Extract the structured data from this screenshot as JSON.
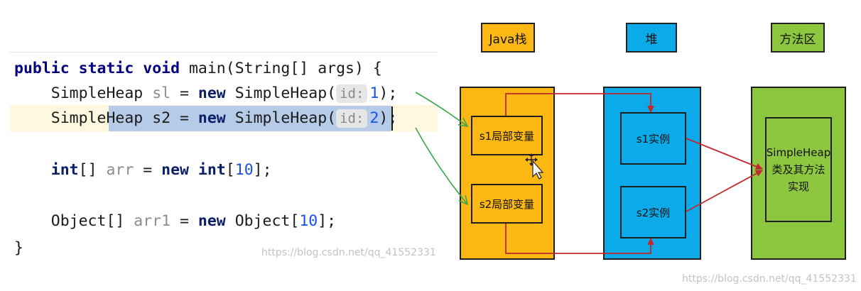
{
  "code": {
    "line1": {
      "k1": "public",
      "k2": "static",
      "k3": "void",
      "rest": " main(String[] args) {"
    },
    "line2": {
      "type": "SimpleHeap",
      "var": "sl",
      "eq": " = ",
      "kw": "new",
      "ctor": " SimpleHeap(",
      "hint": "id:",
      "arg": "1",
      "end": ");"
    },
    "line3": {
      "type": "SimpleHeap",
      "var": "s2",
      "eq": " = ",
      "kw": "new",
      "ctor": " SimpleHeap(",
      "hint": "id:",
      "arg": "2",
      "end": ");"
    },
    "line4": {
      "kw1": "int",
      "part1": "[] ",
      "var": "arr",
      "eq": " = ",
      "kw2": "new",
      "kw3": "int",
      "part2": "[",
      "num": "10",
      "end": "];"
    },
    "line5": {
      "type": "Object[] ",
      "var": "arr1",
      "eq": " = ",
      "kw": "new",
      "ctor": " Object[",
      "num": "10",
      "end": "];"
    },
    "line6": "}"
  },
  "watermark_left": "https://blog.csdn.net/qq_41552331",
  "watermark_right": "https://blog.csdn.net/qq_41552331",
  "diagram": {
    "stack_label": "Java栈",
    "heap_label": "堆",
    "method_label": "方法区",
    "s1_local": "s1局部变量",
    "s2_local": "s2局部变量",
    "s1_instance": "s1实例",
    "s2_instance": "s2实例",
    "method_content": "SimpleHeap\n类及其方法\n实现"
  },
  "colors": {
    "stack": "#fdb813",
    "heap": "#0aabe8",
    "method": "#8dc63f",
    "ref_arrow": "#c0282d",
    "green_arrow": "#3aa84a",
    "selection": "#b6cbe8",
    "keyword": "#000080",
    "number": "#1750eb"
  },
  "icons": {
    "cursor": "move-cursor-icon"
  }
}
